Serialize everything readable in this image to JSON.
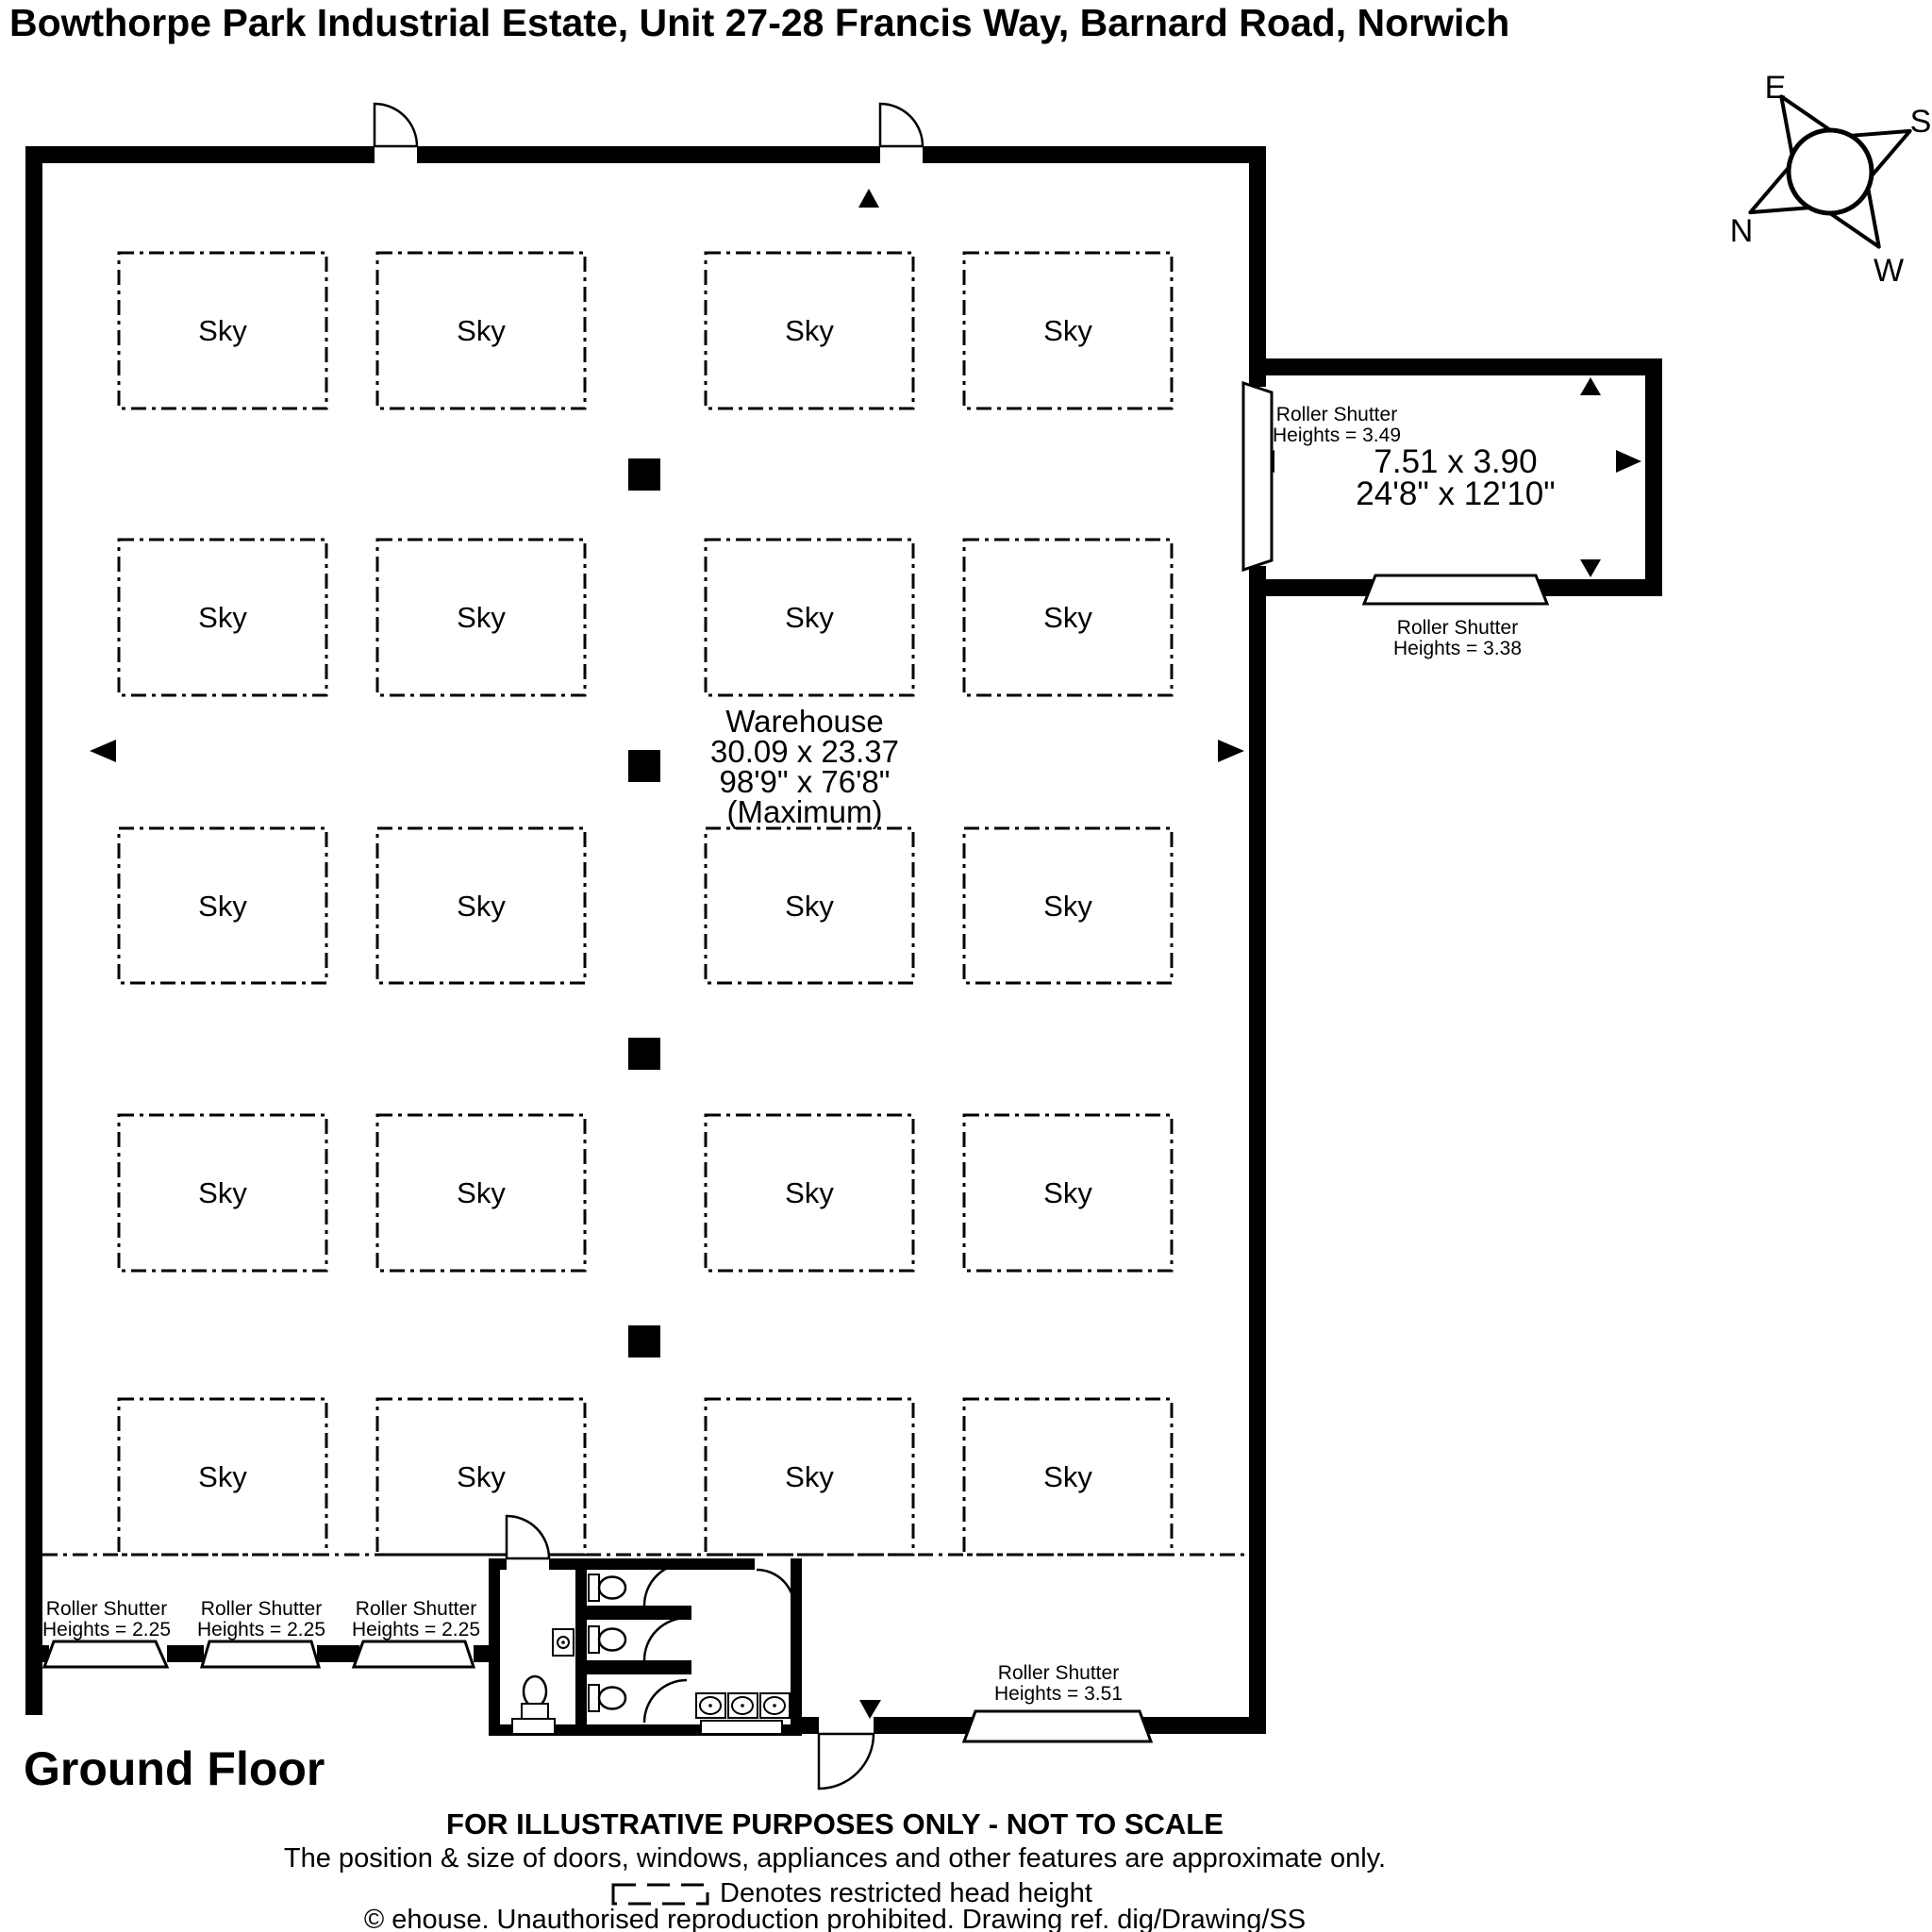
{
  "title": "Bowthorpe Park Industrial Estate, Unit 27-28 Francis Way, Barnard Road, Norwich",
  "floor_label": "Ground Floor",
  "colors": {
    "ink": "#000000",
    "paper": "#ffffff"
  },
  "compass": {
    "east": "E",
    "south": "S",
    "north": "N",
    "west": "W"
  },
  "warehouse": {
    "name": "Warehouse",
    "size_metric": "30.09 x 23.37",
    "size_imperial": "98'9\" x 76'8\"",
    "qualifier": "(Maximum)"
  },
  "annex": {
    "size_metric": "7.51 x 3.90",
    "size_imperial": "24'8\" x 12'10\""
  },
  "skylight": {
    "label": "Sky"
  },
  "shutters": {
    "label": "Roller Shutter",
    "left_height": "Heights = 2.25",
    "bottom_right_height": "Heights = 3.51",
    "annex_side_height": "Heights = 3.49",
    "annex_front_height": "Heights = 3.38"
  },
  "footer": {
    "line1": "FOR ILLUSTRATIVE PURPOSES ONLY - NOT TO SCALE",
    "line2": "The position & size of doors, windows, appliances and other features are approximate only.",
    "legend": "Denotes restricted head height",
    "line4": "© ehouse. Unauthorised reproduction prohibited. Drawing ref. dig/Drawing/SS"
  }
}
